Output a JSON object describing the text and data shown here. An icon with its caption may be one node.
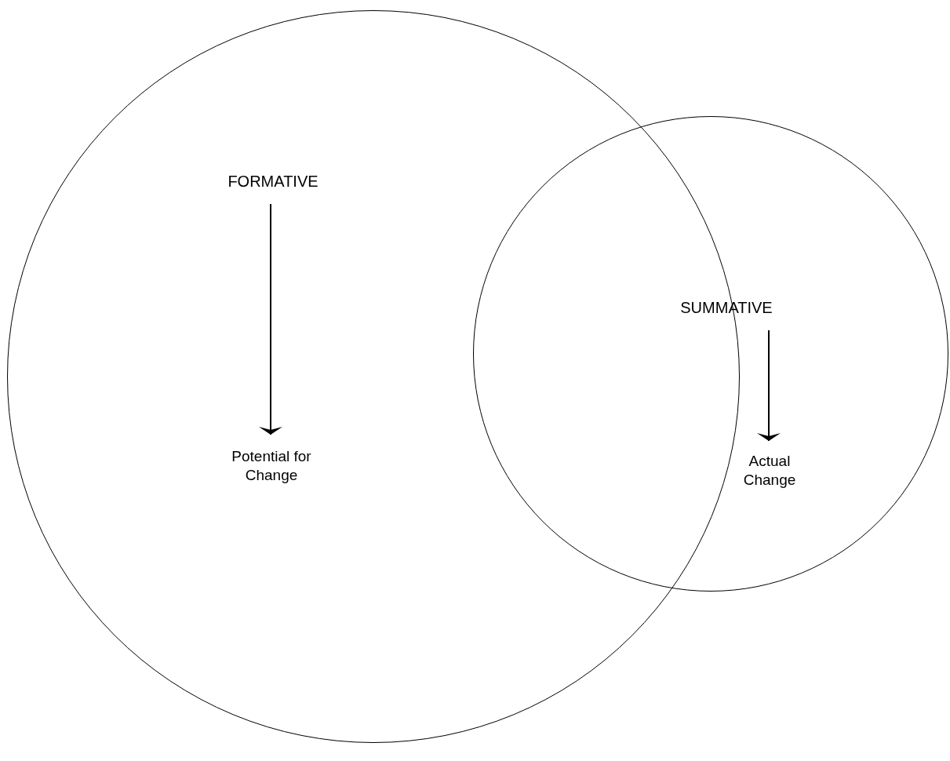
{
  "diagram": {
    "nodes": [
      {
        "text": [],
        "shape": "circle"
      },
      {
        "text": [],
        "shape": "circle"
      },
      {
        "text": [
          "FORMATIVE"
        ],
        "in": 0
      },
      {
        "text": [
          "Potential for Change"
        ],
        "in": 0
      },
      {
        "text": [
          "SUMMATIVE"
        ],
        "in": 1
      },
      {
        "text": [
          "Actual Change"
        ],
        "in": 1
      }
    ],
    "edges": [
      {
        "from": 2,
        "to": 3,
        "arrow": "to"
      },
      {
        "from": 4,
        "to": 5,
        "arrow": "to"
      }
    ]
  }
}
